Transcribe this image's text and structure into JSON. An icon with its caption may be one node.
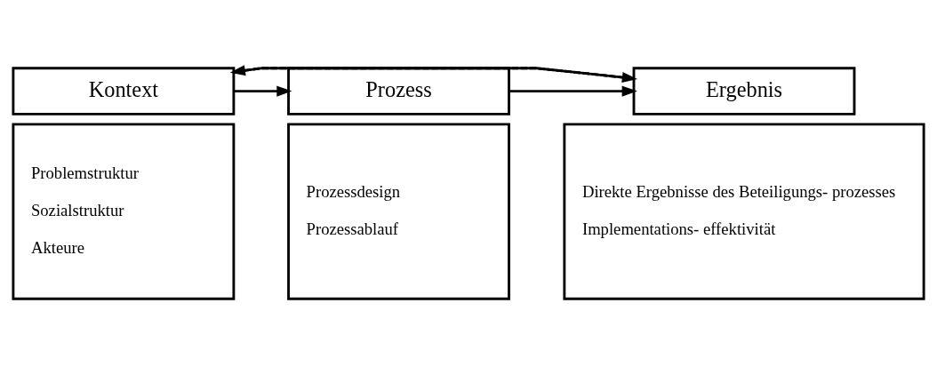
{
  "diagram": {
    "nodes": [
      {
        "text": [
          "Kontext"
        ]
      },
      {
        "text": [
          "Prozess"
        ]
      },
      {
        "text": [
          "Ergebnis"
        ]
      },
      {
        "text": [
          "Problemstruktur",
          "Sozialstruktur",
          "Akteure"
        ]
      },
      {
        "text": [
          "Prozessdesign",
          "Prozessablauf"
        ]
      },
      {
        "text": [
          "Direkte Ergebnisse des Beteiligungs- prozesses",
          "Implementations- effektivität"
        ]
      }
    ],
    "edges": [
      {
        "from": 0,
        "to": 1,
        "arrow": "to"
      },
      {
        "from": 1,
        "to": 2,
        "arrow": "to"
      },
      {
        "from": 0,
        "to": 2,
        "arrow": "to"
      },
      {
        "from": 2,
        "to": 0,
        "arrow": "to",
        "style": "dashed"
      }
    ]
  }
}
